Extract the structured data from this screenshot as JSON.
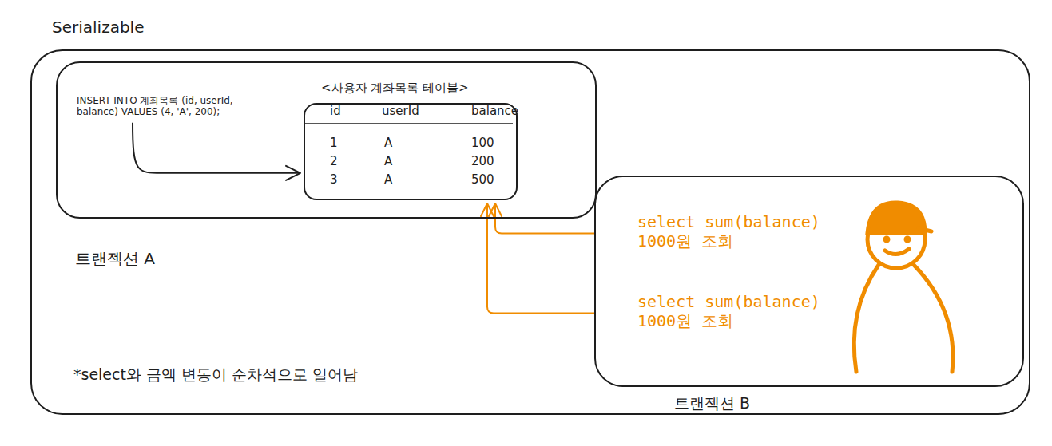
{
  "diagram": {
    "title": "Serializable",
    "nodes": [
      {
        "text": [
          "*select와 금액 변동이 순차석으로 일어남"
        ]
      },
      {
        "text": [
          "트랜젝션 A",
          "INSERT INTO 계좌목록 (id, userId, balance) VALUES (4, 'A', 200);"
        ],
        "in": 0
      },
      {
        "text": [
          "<사용자 계좌목록 테이블>"
        ],
        "in": 1
      },
      {
        "text": [
          "트랜젝션 B",
          "select sum(balance) 1000원 조회",
          "select sum(balance) 1000원 조회"
        ],
        "in": 0
      }
    ],
    "edges": [
      {
        "from": 1,
        "to": 2,
        "arrow": "to"
      },
      {
        "from": 3,
        "to": 2,
        "arrow": "to"
      },
      {
        "from": 3,
        "to": 2,
        "arrow": "to"
      }
    ],
    "labels": [
      "id",
      "userId",
      "balance",
      "1",
      "A",
      "100",
      "2",
      "A",
      "200",
      "3",
      "A",
      "500"
    ]
  }
}
